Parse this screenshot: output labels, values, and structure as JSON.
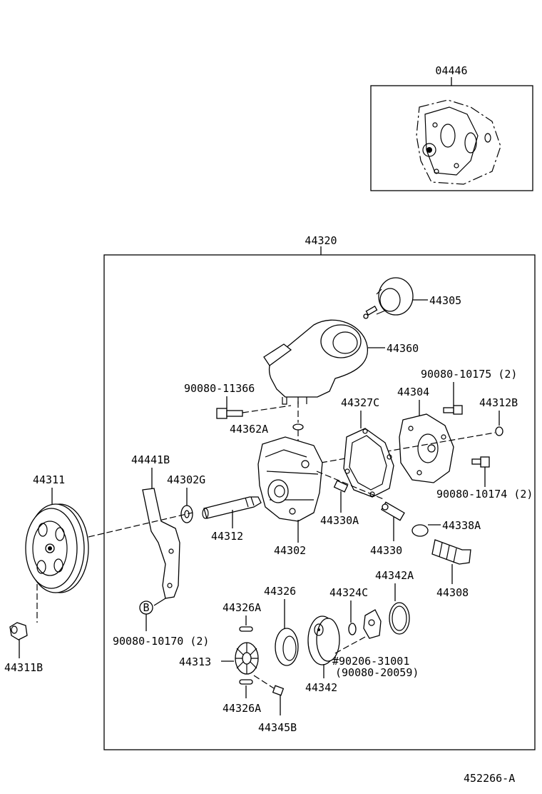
{
  "labels": {
    "kit_gasket": "04446",
    "pump_assy": "44320",
    "reservoir_cap": "44305",
    "reservoir": "44360",
    "bolt_a": "90080-11366",
    "bolt_b": "90080-10175 (2)",
    "housing_rear": "44304",
    "gasket_rear": "44327C",
    "nut_rear": "44312B",
    "oring_a": "44362A",
    "bracket": "44441B",
    "bearing": "44302G",
    "pulley": "44311",
    "shaft": "44312",
    "housing_front": "44302",
    "fitting_a": "44330A",
    "fitting": "44330",
    "oring_b": "44338A",
    "union": "44308",
    "bolt_c": "90080-10174 (2)",
    "callout_b": "B",
    "bolt_d": "90080-10170 (2)",
    "nut_pulley": "44311B",
    "seal": "44326",
    "pin_a_top": "44326A",
    "rotor": "44313",
    "pin_a_bottom": "44326A",
    "plate": "44345B",
    "cam_ring": "44342",
    "oring_c": "44324C",
    "oring_d": "44342A",
    "note_line1": "#90206-31001",
    "note_line2": "(90080-20059)",
    "figure_id": "452266-A"
  }
}
